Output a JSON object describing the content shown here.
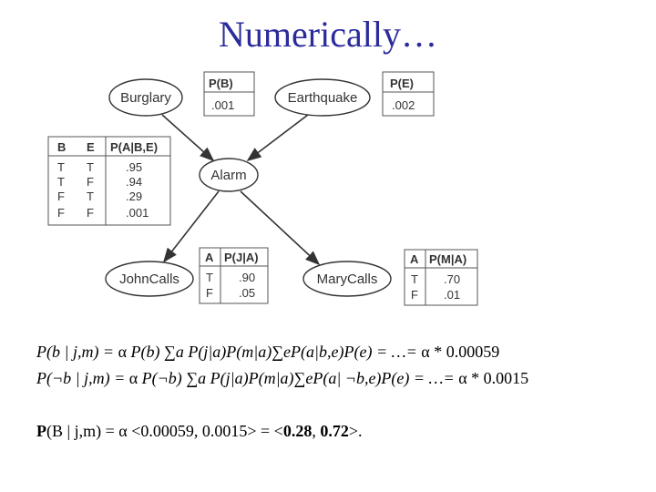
{
  "slide": {
    "title": "Numerically…"
  },
  "network": {
    "nodes": {
      "burglary": "Burglary",
      "earthquake": "Earthquake",
      "alarm": "Alarm",
      "johncalls": "JohnCalls",
      "marycalls": "MaryCalls"
    },
    "cpt_b": {
      "header": "P(B)",
      "value": ".001"
    },
    "cpt_e": {
      "header": "P(E)",
      "value": ".002"
    },
    "cpt_a": {
      "headers": [
        "B",
        "E",
        "P(A|B,E)"
      ],
      "rows": [
        [
          "T",
          "T",
          ".95"
        ],
        [
          "T",
          "F",
          ".94"
        ],
        [
          "F",
          "T",
          ".29"
        ],
        [
          "F",
          "F",
          ".001"
        ]
      ]
    },
    "cpt_j": {
      "headers": [
        "A",
        "P(J|A)"
      ],
      "rows": [
        [
          "T",
          ".90"
        ],
        [
          "F",
          ".05"
        ]
      ]
    },
    "cpt_m": {
      "headers": [
        "A",
        "P(M|A)"
      ],
      "rows": [
        [
          "T",
          ".70"
        ],
        [
          "F",
          ".01"
        ]
      ]
    }
  },
  "equations": {
    "line1": {
      "lhs": "P(b | j,m) = ",
      "alpha": "α",
      "mid": " P(b) ",
      "sum_a": "∑a",
      "mid2": " P(j|a)P(m|a)",
      "sum_e": "∑e",
      "mid3": "P(a|b,e)P(e) = …= ",
      "rhs": " * 0.00059"
    },
    "line2": {
      "lhs": "P(¬b | j,m) = ",
      "alpha": "α",
      "mid": " P(¬b) ",
      "sum_a": "∑a",
      "mid2": " P(j|a)P(m|a)",
      "sum_e": "∑e",
      "mid3": "P(a| ¬b,e)P(e) = …= ",
      "rhs": " * 0.0015"
    },
    "line3": {
      "lhs_bold": "P",
      "lhs": "(B | j,m) = ",
      "alpha": "α",
      "mid": " <0.00059, 0.0015> = <",
      "val1": "0.28",
      "sep": ", ",
      "val2": "0.72",
      "end": ">."
    }
  },
  "colors": {
    "title": "#2b2b9c",
    "diagram": "#333333"
  }
}
